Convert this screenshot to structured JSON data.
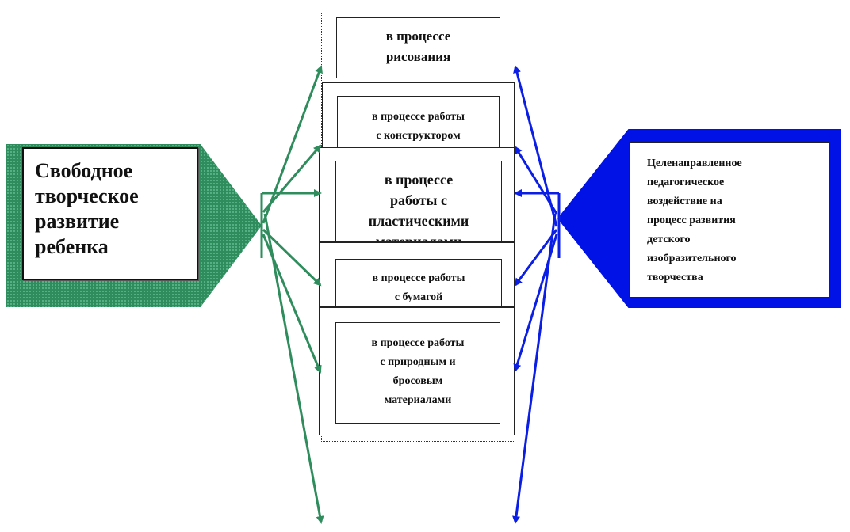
{
  "left_block": {
    "text": "Свободное\nтворческое\nразвитие\nребенка",
    "fill_color": "#2f8c5c"
  },
  "right_block": {
    "text": "Целенаправленное\nпедагогическое\nвоздействие на\nпроцесс развития\nдетского\nизобразительного\nтворчества",
    "fill_color": "#0012e6"
  },
  "activities": [
    {
      "text": "в процессе\nрисования"
    },
    {
      "text": "в процессе работы\nс конструктором"
    },
    {
      "text": "в процессе\nработы с\nпластическими\nматериалами"
    },
    {
      "text": "в процессе работы\nс бумагой"
    },
    {
      "text": "в процессе работы\nс природным и\nбросовым\nматериалами"
    }
  ],
  "arrow_colors": {
    "green": "#2f8c5c",
    "blue": "#0a1ee6"
  }
}
